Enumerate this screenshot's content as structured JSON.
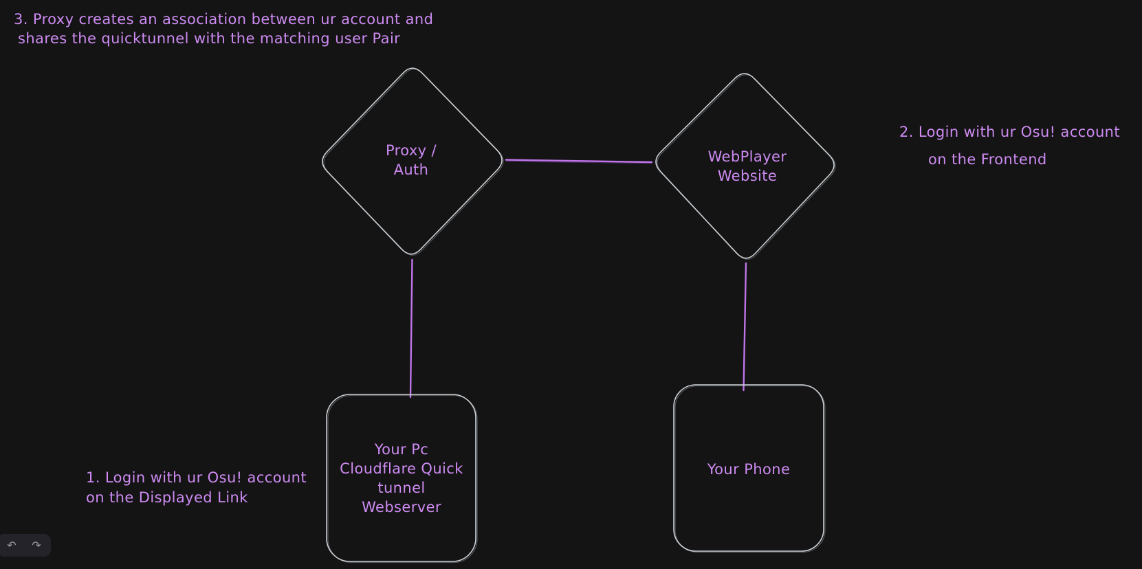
{
  "app": "whiteboard-diagram",
  "colors": {
    "background": "#141414",
    "shape_stroke": "#ccd1d6",
    "connector": "#bf74e8",
    "text": "#cd8bf2",
    "panel_background": "#232329",
    "panel_icon": "#9a9aa2"
  },
  "annotations": {
    "step3": {
      "lines": [
        "3. Proxy creates an association between ur account and",
        "shares the quicktunnel with the matching user Pair"
      ]
    },
    "step2": {
      "lines": [
        "2. Login with ur Osu! account",
        "on the Frontend"
      ]
    },
    "step1": {
      "lines": [
        "1. Login with ur Osu! account",
        "on the Displayed Link"
      ]
    }
  },
  "nodes": {
    "proxy_auth": {
      "shape": "diamond",
      "lines": [
        "Proxy /",
        "Auth"
      ]
    },
    "webplayer": {
      "shape": "diamond",
      "lines": [
        "WebPlayer",
        "Website"
      ]
    },
    "pc_webserver": {
      "shape": "rounded-rectangle",
      "lines": [
        "Your Pc",
        "Cloudflare Quick",
        "tunnel",
        "Webserver"
      ]
    },
    "your_phone": {
      "shape": "rounded-rectangle",
      "lines": [
        "Your Phone"
      ]
    }
  },
  "edges": [
    {
      "from": "proxy_auth",
      "to": "webplayer",
      "style": "line"
    },
    {
      "from": "proxy_auth",
      "to": "pc_webserver",
      "style": "line"
    },
    {
      "from": "webplayer",
      "to": "your_phone",
      "style": "line"
    }
  ],
  "toolbar": {
    "undo_icon": "↶",
    "redo_icon": "↷"
  }
}
